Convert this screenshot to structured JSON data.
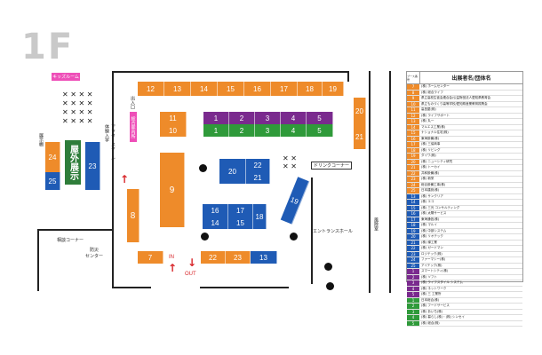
{
  "floor": "1F",
  "colors": {
    "orange": "#ee8b2a",
    "purple": "#7a2a8e",
    "green": "#2f9a3a",
    "blue": "#1f5bb5",
    "pink": "#ee4fb8"
  },
  "labels": {
    "kids_corner": "キッズルーム",
    "entrance": "出入口",
    "info": "総合案内所",
    "afterschool": "アフタースクール\n体験入学",
    "outdoor": "屋外展示",
    "gallery": "展示棚",
    "consult": "相談コーナー",
    "bosai": "防災\nセンター",
    "drink": "ドリンクコーナー",
    "escalator": "エントランスホール",
    "fuchi": "風除室",
    "in": "IN",
    "out": "OUT"
  },
  "booths": {
    "top_row": [
      "12",
      "13",
      "14",
      "15",
      "16",
      "17",
      "18",
      "19"
    ],
    "purple_row": [
      "1",
      "2",
      "3",
      "4",
      "5"
    ],
    "green_row": [
      "1",
      "2",
      "3",
      "4",
      "5"
    ],
    "b11": "11",
    "b10": "10",
    "b9": "9",
    "b8": "8",
    "b7": "7",
    "b20r": "20",
    "b21r": "21",
    "b20": "20",
    "b22": "22",
    "b21": "21",
    "b16": "16",
    "b17": "17",
    "b18": "18",
    "b14": "14",
    "b15": "15",
    "b19": "19",
    "b24": "24",
    "b25": "25",
    "b23": "23",
    "bottom": [
      "22",
      "23",
      "13"
    ]
  },
  "legend": {
    "col_num": "ブース番号",
    "title": "出展者名/団体名",
    "rows": [
      {
        "n": "7",
        "c": "orange",
        "t": "(株) ホームセンター"
      },
      {
        "n": "8",
        "c": "orange",
        "t": "(株) 総合ライフ"
      },
      {
        "n": "9",
        "c": "orange",
        "t": "県立高校生徒会連合会/公益財団法人愛知県教育会"
      },
      {
        "n": "10",
        "c": "orange",
        "t": "県立ものづくり高等学校/愛知県産業教育振興会"
      },
      {
        "n": "11",
        "c": "orange",
        "t": "高島屋(株)"
      },
      {
        "n": "12",
        "c": "orange",
        "t": "(株) ライフサポート"
      },
      {
        "n": "13",
        "c": "orange",
        "t": "(株) 丸一"
      },
      {
        "n": "14",
        "c": "orange",
        "t": "マルエス工業(株)"
      },
      {
        "n": "15",
        "c": "orange",
        "t": "ナショナル住宅(株)"
      },
      {
        "n": "16",
        "c": "orange",
        "t": "東海設備(株)"
      },
      {
        "n": "17",
        "c": "orange",
        "t": "(株) 三協商事"
      },
      {
        "n": "18",
        "c": "orange",
        "t": "(株) リビング"
      },
      {
        "n": "19",
        "c": "orange",
        "t": "ダイワ(株)"
      },
      {
        "n": "20",
        "c": "orange",
        "t": "(株) ニューシティ研究"
      },
      {
        "n": "21",
        "c": "orange",
        "t": "(株) トーカイ"
      },
      {
        "n": "22",
        "c": "orange",
        "t": "共和設備(株)"
      },
      {
        "n": "23",
        "c": "orange",
        "t": "(株) 新栄"
      },
      {
        "n": "24",
        "c": "orange",
        "t": "総合設備工事(株)"
      },
      {
        "n": "25",
        "c": "orange",
        "t": "日本建設(株)"
      },
      {
        "n": "13",
        "c": "blue",
        "t": "(株) サンクリア"
      },
      {
        "n": "14",
        "c": "blue",
        "t": "(株) エコ"
      },
      {
        "n": "15",
        "c": "blue",
        "t": "(株) 三光 コンサルティング"
      },
      {
        "n": "16",
        "c": "blue",
        "t": "(株) 太陽サービス"
      },
      {
        "n": "17",
        "c": "blue",
        "t": "東海通信(株)"
      },
      {
        "n": "18",
        "c": "blue",
        "t": "(株) マルイ"
      },
      {
        "n": "19",
        "c": "blue",
        "t": "(株) 中部システム"
      },
      {
        "n": "20",
        "c": "blue",
        "t": "(株) リオテック"
      },
      {
        "n": "21",
        "c": "blue",
        "t": "(株) 緑工業"
      },
      {
        "n": "22",
        "c": "blue",
        "t": "(株) ガードマン"
      },
      {
        "n": "23",
        "c": "blue",
        "t": "ロジテック(株)"
      },
      {
        "n": "24",
        "c": "blue",
        "t": "ファーマシー(株)"
      },
      {
        "n": "25",
        "c": "blue",
        "t": "アイテック(株)"
      },
      {
        "n": "1",
        "c": "purple",
        "t": "スマートシティ(株)"
      },
      {
        "n": "2",
        "c": "purple",
        "t": "(株) ソフト"
      },
      {
        "n": "3",
        "c": "purple",
        "t": "(株) ライフスタイル システム"
      },
      {
        "n": "4",
        "c": "purple",
        "t": "(株) ネットワーク"
      },
      {
        "n": "5",
        "c": "purple",
        "t": "(株) 三 工業所"
      },
      {
        "n": "1",
        "c": "green",
        "t": "日本総合(株)"
      },
      {
        "n": "2",
        "c": "green",
        "t": "(株) フードサービス"
      },
      {
        "n": "3",
        "c": "green",
        "t": "(株) あいち(株)"
      },
      {
        "n": "4",
        "c": "green",
        "t": "(株) 暮らし(株)・(株) シンセイ"
      },
      {
        "n": "5",
        "c": "green",
        "t": "(株) 総合(株)"
      }
    ]
  }
}
